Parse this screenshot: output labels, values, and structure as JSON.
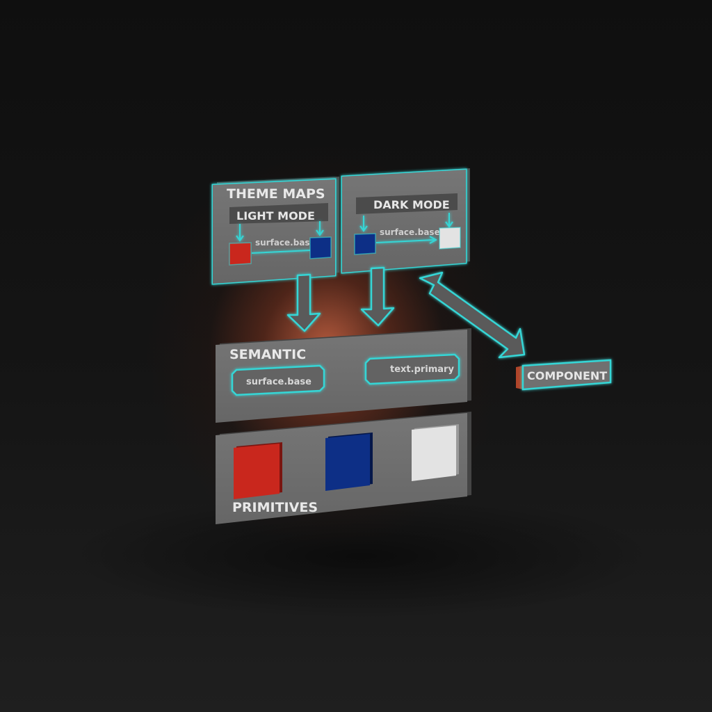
{
  "theme_maps": {
    "title": "THEME MAPS",
    "light_mode": {
      "label": "LIGHT MODE",
      "token": "surface.base",
      "from_color": "#c9271d",
      "to_color": "#0d2f86"
    },
    "dark_mode": {
      "label": "DARK MODE",
      "token": "surface.base",
      "from_color": "#0d2f86",
      "to_color": "#e3e3e3"
    }
  },
  "semantic": {
    "title": "SEMANTIC",
    "tokens": [
      "surface.base",
      "text.primary"
    ]
  },
  "primitives": {
    "title": "PRIMITIVES",
    "swatches": [
      "#c9271d",
      "#0d2f86",
      "#e3e3e3"
    ]
  },
  "component": {
    "label": "COMPONENT"
  },
  "colors": {
    "accent_glow": "#35d6d6",
    "panel": "#6f6f6f",
    "background_glow": "#de6c48"
  }
}
